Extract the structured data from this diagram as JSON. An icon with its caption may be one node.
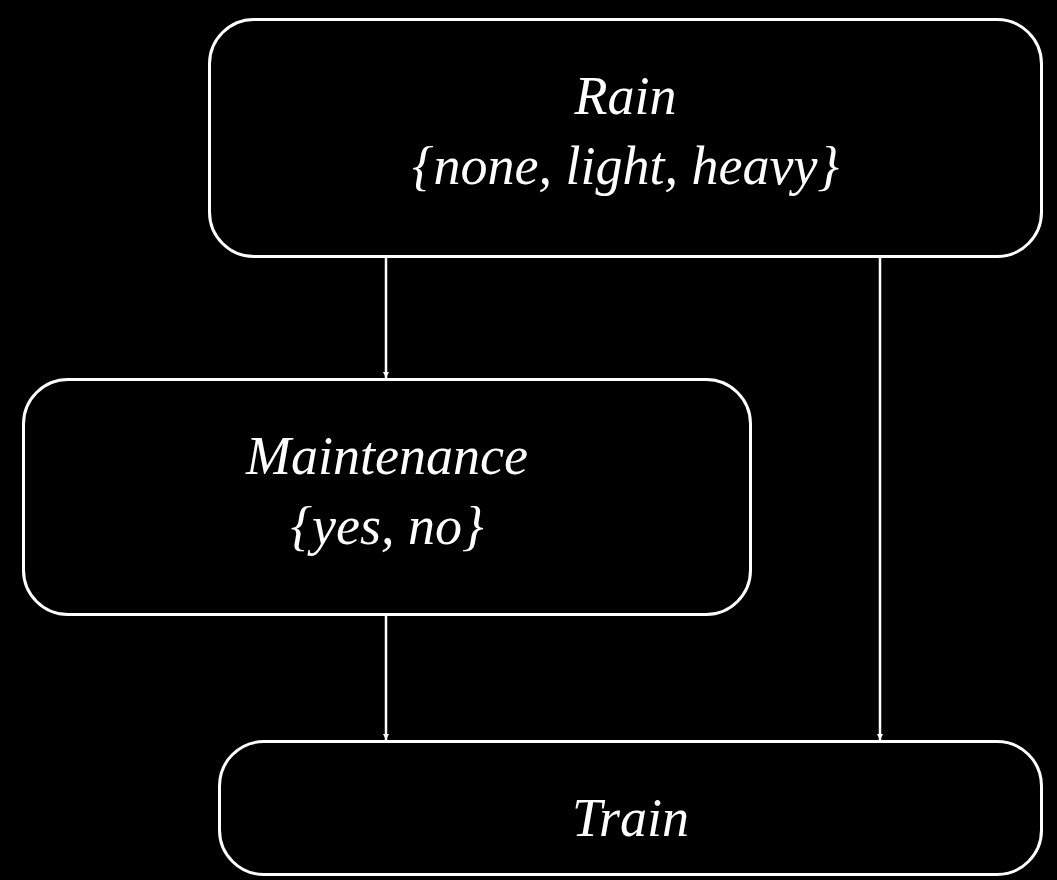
{
  "diagram": {
    "nodes": [
      {
        "text": [
          "Rain",
          "{none, light, heavy}"
        ]
      },
      {
        "text": [
          "Maintenance",
          "{yes, no}"
        ]
      },
      {
        "text": [
          "Train"
        ]
      }
    ],
    "edges": [
      {
        "from": 0,
        "to": 1,
        "arrow": "to"
      },
      {
        "from": 1,
        "to": 2,
        "arrow": "to"
      },
      {
        "from": 0,
        "to": 2,
        "arrow": "to"
      }
    ]
  }
}
